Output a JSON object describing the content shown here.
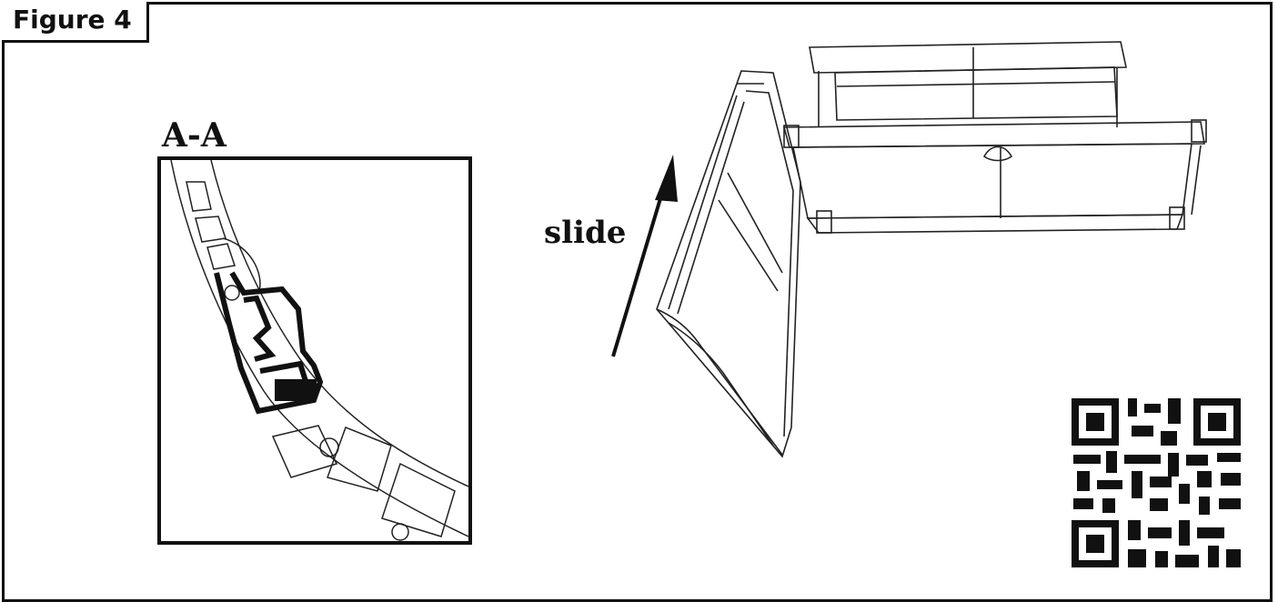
{
  "figure_label": "Figure 4",
  "section_label": "A-A",
  "slide_label": "slide",
  "qr": {
    "icon": "qr-code-icon"
  },
  "colors": {
    "ink": "#111111",
    "paper": "#ffffff"
  }
}
